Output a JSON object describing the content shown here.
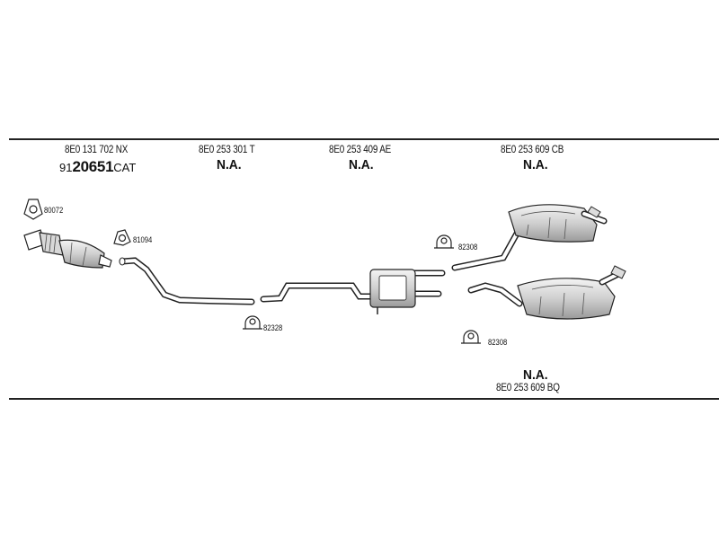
{
  "columns": [
    {
      "oem": "8E0 131 702 NX",
      "part_prefix": "91",
      "part_main": "20651",
      "part_suffix": "CAT"
    },
    {
      "oem": "8E0 253 301 T",
      "status": "N.A."
    },
    {
      "oem": "8E0 253 409 AE",
      "status": "N.A."
    },
    {
      "oem": "8E0 253 609 CB",
      "status": "N.A."
    }
  ],
  "bottom_part": {
    "status": "N.A.",
    "oem": "8E0 253 609 BQ"
  },
  "clamps": [
    {
      "label": "80072"
    },
    {
      "label": "81094"
    },
    {
      "label": "82328"
    },
    {
      "label": "82308"
    },
    {
      "label": "82308"
    }
  ]
}
